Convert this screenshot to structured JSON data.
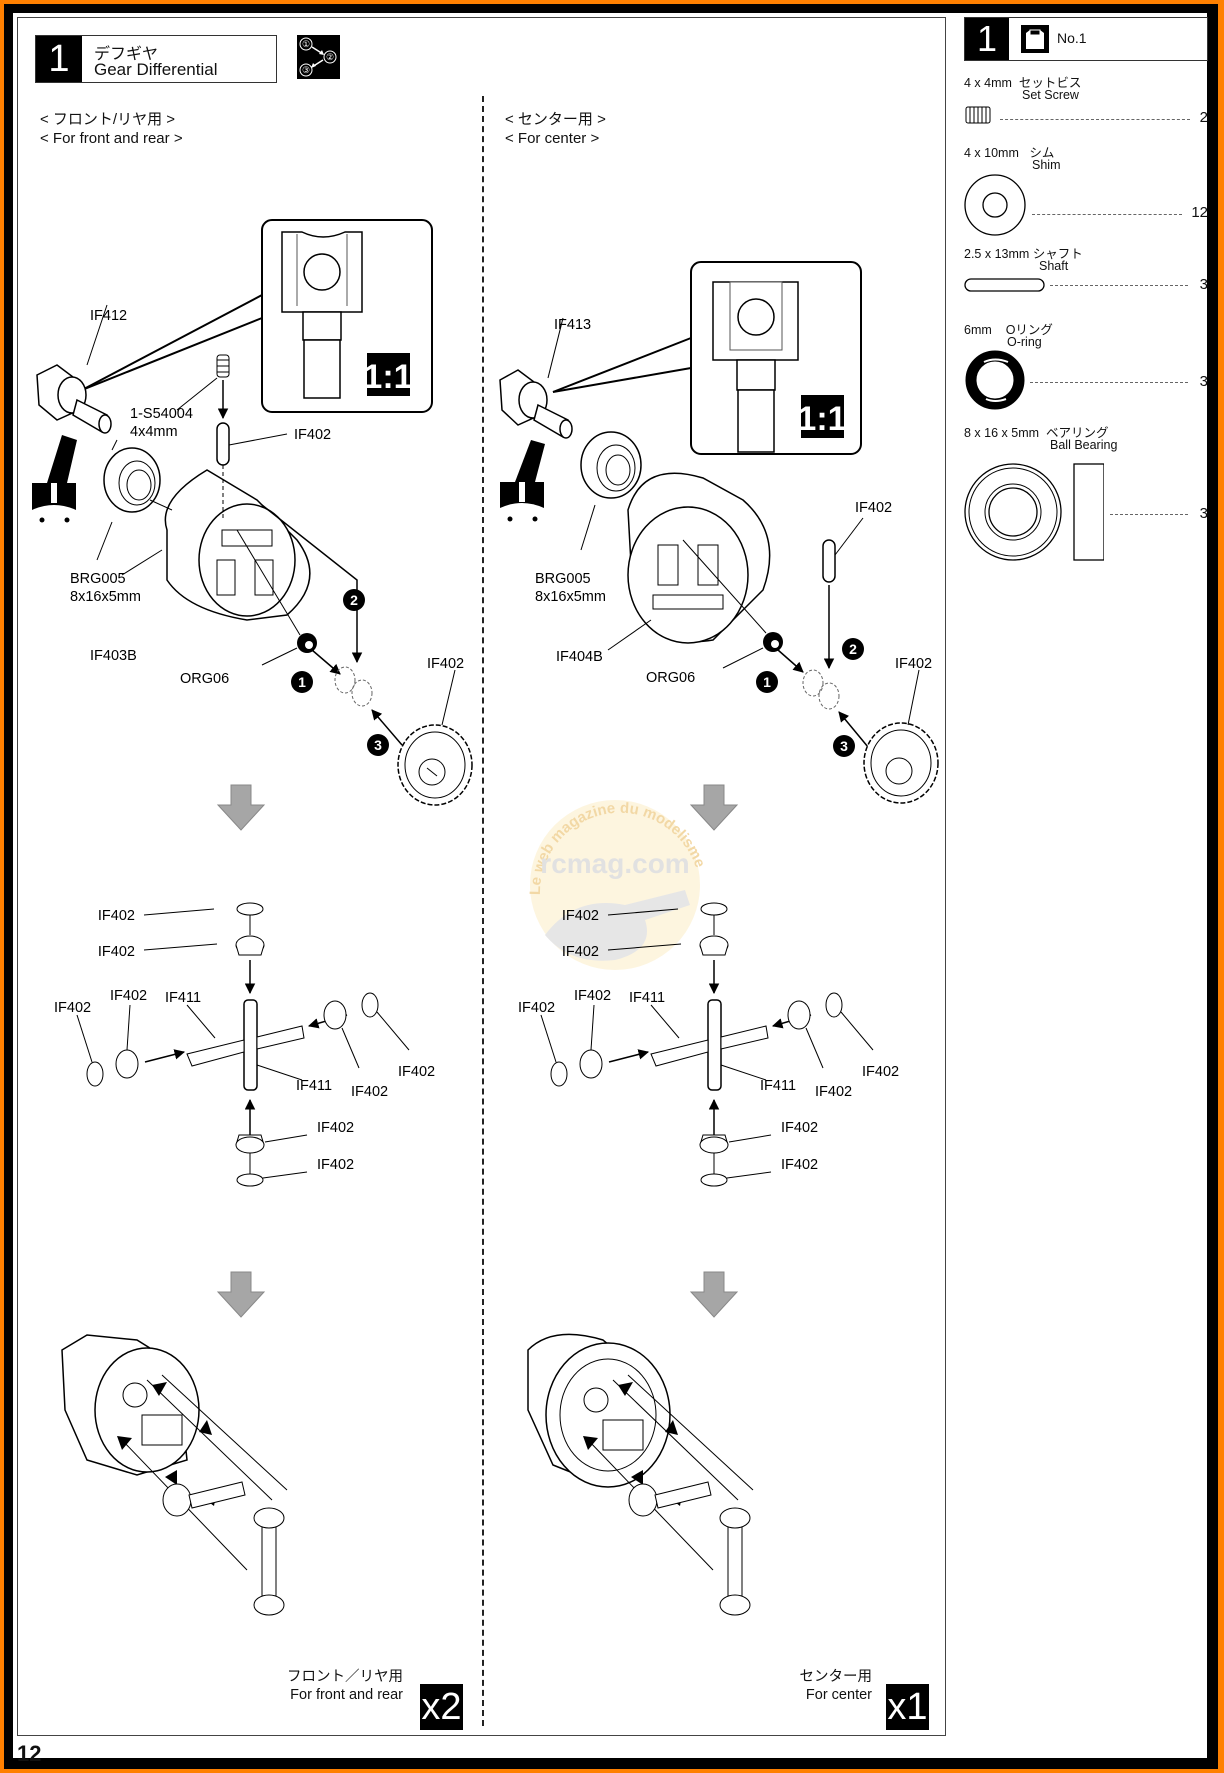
{
  "page": {
    "page_number": "12",
    "colors": {
      "outer_border": "#ff8000",
      "frame": "#000000",
      "arrow_gray": "#a6a6a6",
      "watermark": "#f5c04a"
    }
  },
  "step": {
    "number": "1",
    "title_jp": "デフギヤ",
    "title_en": "Gear Differential",
    "sequence_icon": "sequence-1-2-3-icon",
    "sequence_marks": [
      "①",
      "②",
      "③"
    ]
  },
  "sections": {
    "front_rear": {
      "label_jp": "< フロント/リヤ用 >",
      "label_en": "< For front and rear >",
      "parts": {
        "cup": "IF412",
        "set_screw_code": "1-S54004",
        "set_screw_size": "4x4mm",
        "pin": "IF402",
        "bearing_code": "BRG005",
        "bearing_size": "8x16x5mm",
        "case": "IF403B",
        "oring": "ORG06",
        "gear": "IF402"
      },
      "scale_badge": "1:1",
      "steps": [
        "1",
        "2",
        "3"
      ],
      "cross_labels": {
        "top_washer": "IF402",
        "top_gear": "IF402",
        "left_washer": "IF402",
        "left_gear": "IF402",
        "left_shaft": "IF411",
        "center_shaft": "IF411",
        "right_gear": "IF402",
        "right_washer": "IF402",
        "bottom_gear": "IF402",
        "bottom_washer": "IF402"
      },
      "quantity_jp": "フロント／リヤ用",
      "quantity_en": "For front and rear",
      "quantity": "x2"
    },
    "center": {
      "label_jp": "< センター用 >",
      "label_en": "< For center  >",
      "parts": {
        "cup": "IF413",
        "bearing_code": "BRG005",
        "bearing_size": "8x16x5mm",
        "case": "IF404B",
        "pin": "IF402",
        "oring": "ORG06",
        "gear": "IF402"
      },
      "scale_badge": "1:1",
      "steps": [
        "1",
        "2",
        "3"
      ],
      "cross_labels": {
        "top_washer": "IF402",
        "top_gear": "IF402",
        "left_washer": "IF402",
        "left_gear": "IF402",
        "left_shaft": "IF411",
        "center_shaft": "IF411",
        "right_gear": "IF402",
        "right_washer": "IF402",
        "bottom_gear": "IF402",
        "bottom_washer": "IF402"
      },
      "quantity_jp": "センター用",
      "quantity_en": "For center",
      "quantity": "x1"
    }
  },
  "parts_list": {
    "step_number": "1",
    "bag_icon": "parts-bag-icon",
    "bag_label": "No.1",
    "items": [
      {
        "size": "4 x 4mm",
        "name_jp": "セットビス",
        "name_en": "Set Screw",
        "qty": "2",
        "icon": "set-screw-icon"
      },
      {
        "size": "4 x 10mm",
        "name_jp": "シム",
        "name_en": "Shim",
        "qty": "12",
        "icon": "shim-washer-icon"
      },
      {
        "size": "2.5 x 13mm",
        "name_jp": "シャフト",
        "name_en": "Shaft",
        "qty": "3",
        "icon": "shaft-pin-icon"
      },
      {
        "size": "6mm",
        "name_jp": "Oリング",
        "name_en": "O-ring",
        "qty": "3",
        "icon": "o-ring-icon"
      },
      {
        "size": "8 x 16 x 5mm",
        "name_jp": "ベアリング",
        "name_en": "Ball Bearing",
        "qty": "3",
        "icon": "ball-bearing-icon"
      }
    ]
  },
  "watermark": {
    "arc_text": "Le web magazine du modelisme",
    "logo_text": "rcmag.com"
  }
}
